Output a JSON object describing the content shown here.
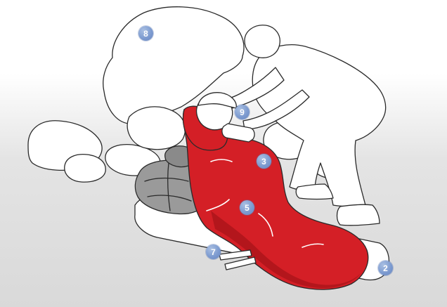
{
  "markers": [
    {
      "id": "8",
      "label": "8",
      "part": "rock"
    },
    {
      "id": "9",
      "label": "9",
      "part": "drink-bottle"
    },
    {
      "id": "3",
      "label": "3",
      "part": "sleeping-bag-upper"
    },
    {
      "id": "5",
      "label": "5",
      "part": "sleeping-bag-lower"
    },
    {
      "id": "7",
      "label": "7",
      "part": "energy-bars"
    },
    {
      "id": "2",
      "label": "2",
      "part": "ground-mat"
    }
  ],
  "colors": {
    "background_top": "#ffffff",
    "background_bottom": "#d9d9d9",
    "sleeping_bag": "#d41f26",
    "sleeping_bag_shadow": "#b3161c",
    "backpack": "#9a9a9a",
    "outline": "#2a2a2a",
    "marker": "#7d9bd0"
  }
}
